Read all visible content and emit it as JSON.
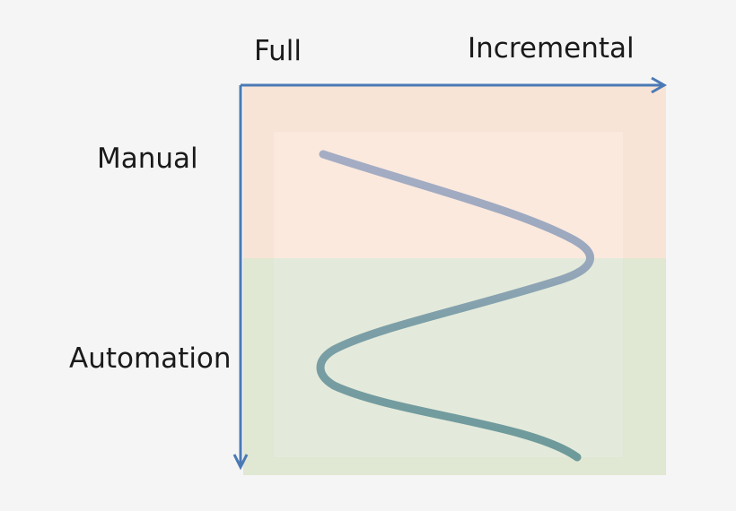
{
  "axes": {
    "x_start_label": "Full",
    "x_end_label": "Incremental",
    "y_top_label": "Manual",
    "y_bottom_label": "Automation"
  },
  "colors": {
    "background": "#f5f5f5",
    "manual_zone": "#f8e4d6",
    "manual_zone_inner": "#fbe9de",
    "automation_zone": "#e0e7d2",
    "automation_zone_inner": "#e4eadb",
    "axis": "#4a7ab5",
    "curve_top": "#a5adc4",
    "curve_bottom": "#6d9a9a"
  }
}
